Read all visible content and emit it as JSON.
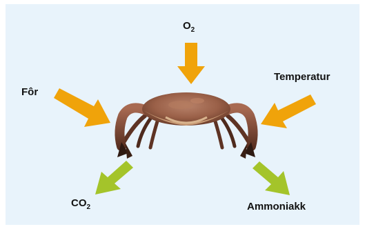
{
  "labels": {
    "o2": {
      "main": "O",
      "sub": "2"
    },
    "feed": "Fôr",
    "temperature": "Temperatur",
    "co2": {
      "main": "CO",
      "sub": "2"
    },
    "ammonia": "Ammoniakk"
  },
  "colors": {
    "background": "#e8f3fb",
    "input_arrow": "#f0a30a",
    "output_arrow": "#a4c42a",
    "text": "#111111"
  },
  "icons": {
    "crab": "crab-illustration"
  }
}
